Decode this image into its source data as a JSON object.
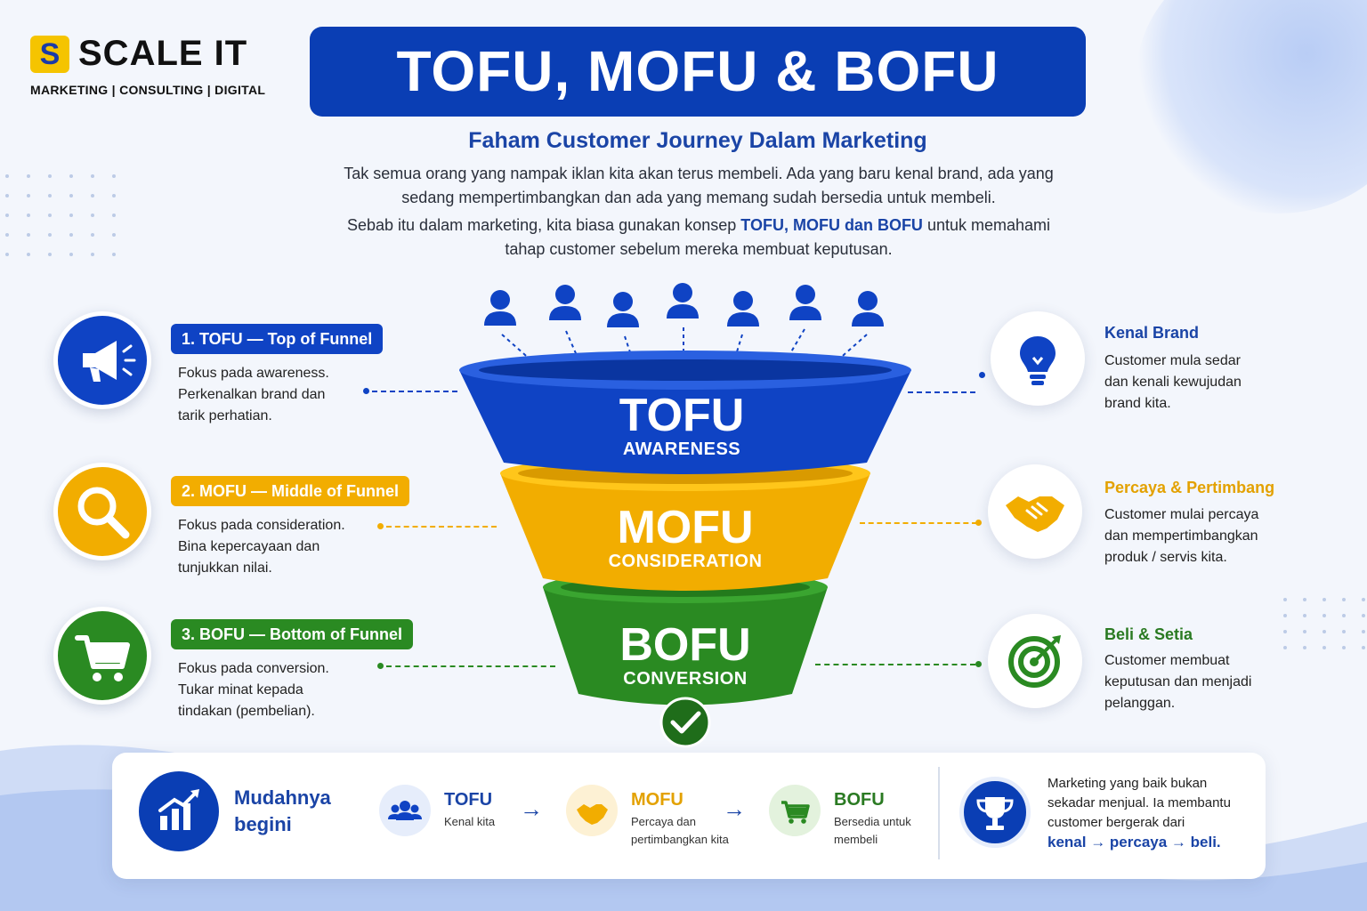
{
  "brand": {
    "mark": "S",
    "name": "SCALE IT",
    "tagline": "MARKETING | CONSULTING | DIGITAL"
  },
  "header": {
    "title": "TOFU, MOFU & BOFU",
    "subtitle": "Faham Customer Journey Dalam Marketing",
    "intro_line1": "Tak semua orang yang nampak iklan kita akan terus membeli. Ada yang baru kenal brand, ada yang",
    "intro_line2": "sedang mempertimbangkan dan ada yang memang sudah bersedia untuk membeli.",
    "intro2_prefix": "Sebab itu dalam marketing, kita biasa gunakan konsep ",
    "intro2_highlight": "TOFU, MOFU dan BOFU",
    "intro2_suffix": " untuk memahami",
    "intro2_line2": "tahap customer sebelum mereka membuat keputusan."
  },
  "colors": {
    "blue": "#0f43c4",
    "yellow": "#f2ad00",
    "green": "#2a8a22",
    "navy": "#0a3eb4"
  },
  "stages": [
    {
      "label": "1. TOFU — Top of Funnel",
      "icon": "megaphone-icon",
      "desc1": "Fokus pada awareness.",
      "desc2": "Perkenalkan brand dan",
      "desc3": "tarik perhatian.",
      "funnel_big": "TOFU",
      "funnel_small": "AWARENESS"
    },
    {
      "label": "2. MOFU — Middle of Funnel",
      "icon": "magnifier-icon",
      "desc1": "Fokus pada consideration.",
      "desc2": "Bina kepercayaan dan",
      "desc3": "tunjukkan nilai.",
      "funnel_big": "MOFU",
      "funnel_small": "CONSIDERATION"
    },
    {
      "label": "3. BOFU — Bottom of Funnel",
      "icon": "cart-icon",
      "desc1": "Fokus pada conversion.",
      "desc2": "Tukar minat kepada",
      "desc3": "tindakan (pembelian).",
      "funnel_big": "BOFU",
      "funnel_small": "CONVERSION"
    }
  ],
  "benefits": [
    {
      "title": "Kenal Brand",
      "icon": "lightbulb-icon",
      "desc1": "Customer mula sedar",
      "desc2": "dan kenali kewujudan",
      "desc3": "brand kita."
    },
    {
      "title": "Percaya & Pertimbang",
      "icon": "handshake-icon",
      "desc1": "Customer mulai percaya",
      "desc2": "dan mempertimbangkan",
      "desc3": "produk / servis kita."
    },
    {
      "title": "Beli & Setia",
      "icon": "target-icon",
      "desc1": "Customer membuat",
      "desc2": "keputusan dan menjadi",
      "desc3": "pelanggan."
    }
  ],
  "summary": {
    "title1": "Mudahnya",
    "title2": "begini",
    "steps": [
      {
        "title": "TOFU",
        "desc1": "Kenal kita",
        "desc2": ""
      },
      {
        "title": "MOFU",
        "desc1": "Percaya dan",
        "desc2": "pertimbangkan kita"
      },
      {
        "title": "BOFU",
        "desc1": "Bersedia untuk",
        "desc2": "membeli"
      }
    ],
    "arrow": "→",
    "quote1": "Marketing yang baik bukan",
    "quote2": "sekadar menjual. Ia membantu",
    "quote3": "customer bergerak dari",
    "quote_em": "kenal → percaya → beli."
  }
}
